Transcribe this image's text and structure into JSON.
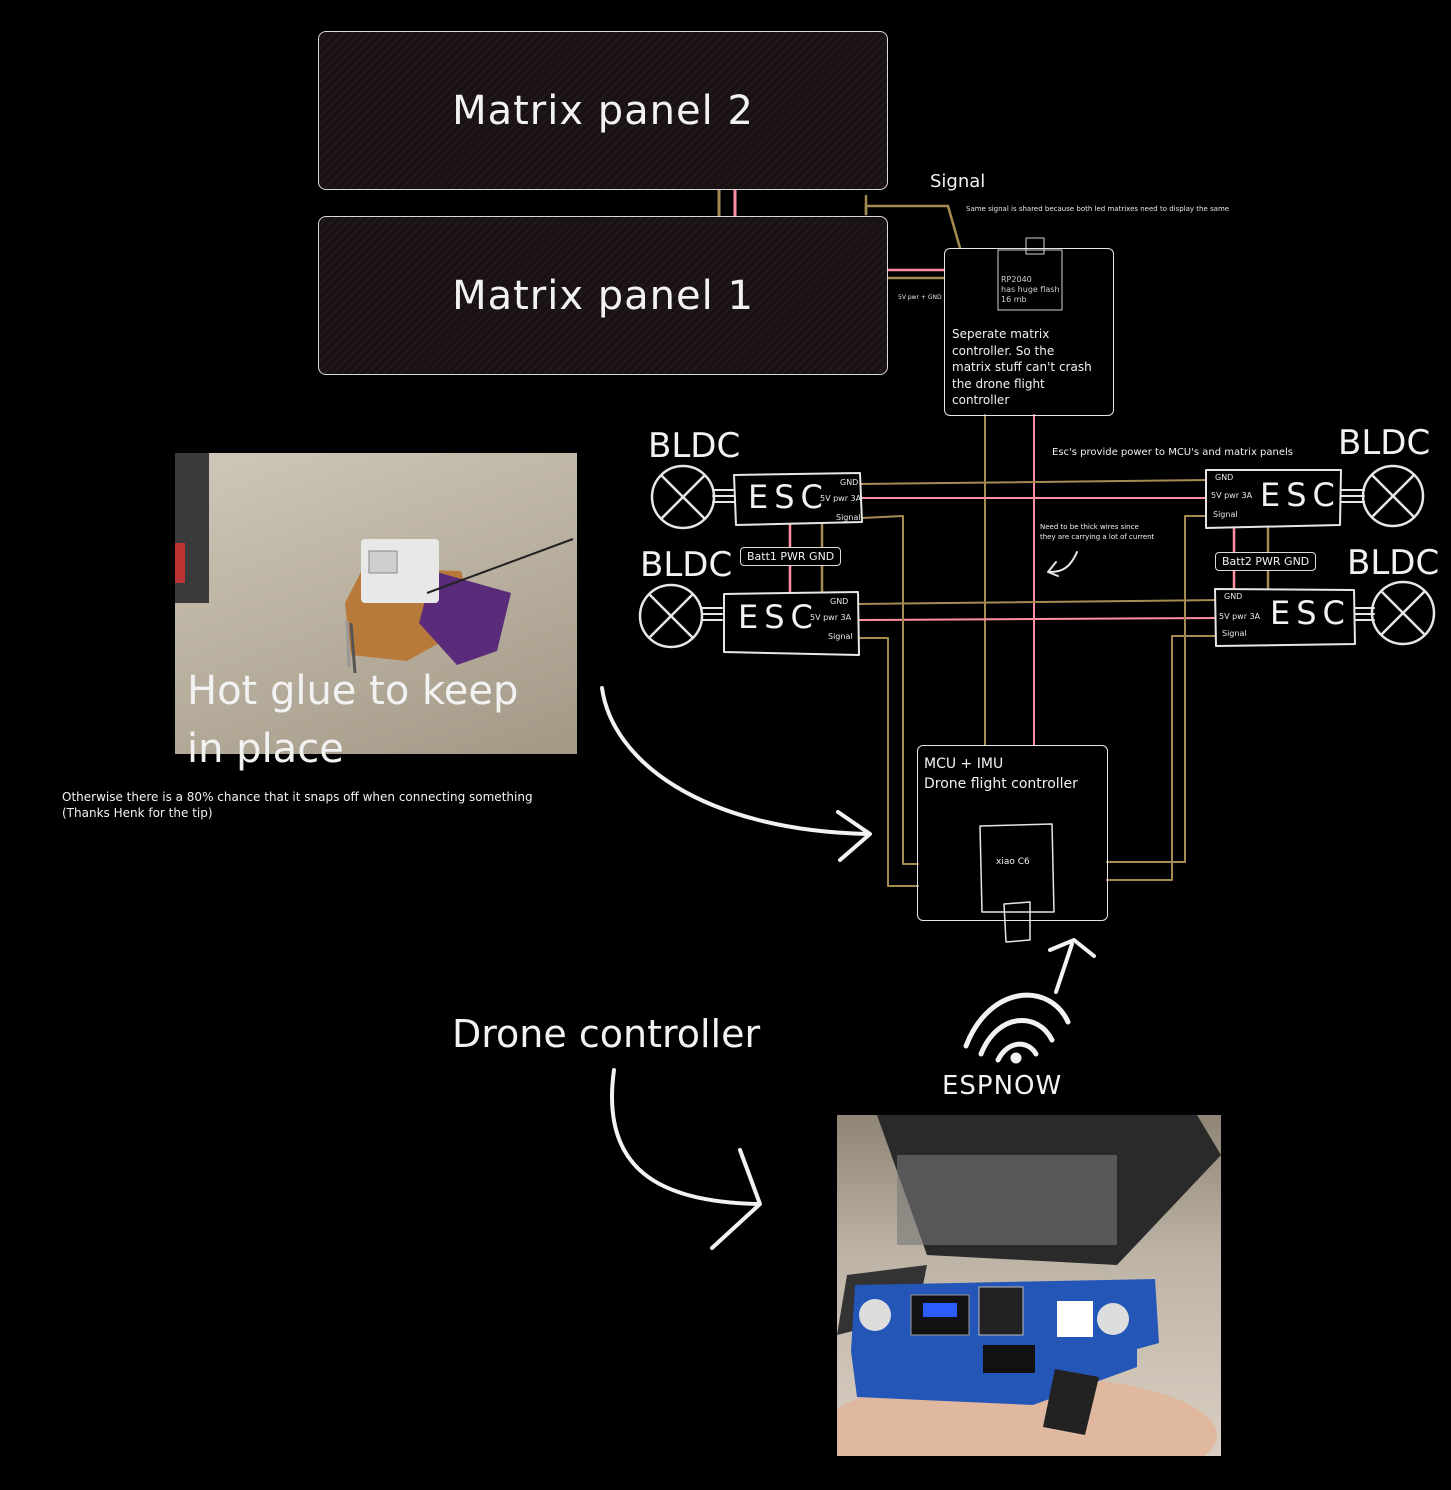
{
  "panels": {
    "panel2": "Matrix panel 2",
    "panel1": "Matrix panel 1"
  },
  "signal": {
    "label": "Signal",
    "note": "Same signal is shared because both led matrixes need to display the same"
  },
  "matrix_controller": {
    "chip": "RP2040\nhas huge flash\n16 mb",
    "description": "Seperate matrix\ncontroller. So the\nmatrix stuff can't crash\nthe drone flight\ncontroller",
    "power_label": "5V pwr + GND"
  },
  "esc": {
    "label": "ESC",
    "motor_label": "BLDC",
    "pins": {
      "gnd": "GND",
      "pwr": "5V pwr 3A",
      "signal": "Signal"
    },
    "power_note": "Esc's provide power to MCU's and matrix panels",
    "wire_note": "Need to be thick wires since\nthey are carrying a lot of current",
    "batt1": "Batt1 PWR GND",
    "batt2": "Batt2 PWR GND"
  },
  "flight_controller": {
    "title": "MCU + IMU\nDrone flight controller",
    "chip": "xiao C6"
  },
  "hot_glue": {
    "title": "Hot glue to keep\nin place",
    "note": "Otherwise there is a 80% chance that it snaps off when connecting something\n(Thanks Henk for the tip)"
  },
  "wireless": {
    "label": "ESPNOW",
    "icon": "wifi-icon"
  },
  "drone_controller": {
    "label": "Drone controller"
  },
  "colors": {
    "wire_gnd": "#a58a52",
    "wire_pwr": "#ff8fa0",
    "stroke": "#e6e6e6",
    "background": "#000000"
  }
}
